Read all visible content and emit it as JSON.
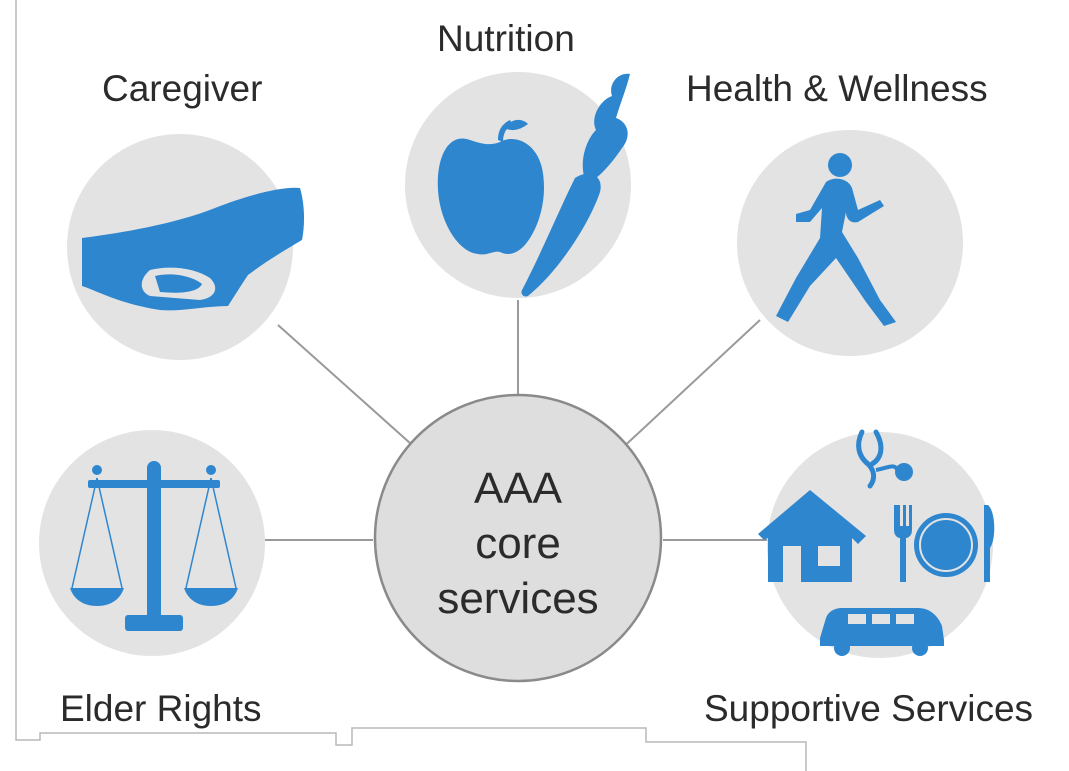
{
  "center": {
    "line1": "AAA",
    "line2": "core",
    "line3": "services"
  },
  "services": {
    "caregiver": "Caregiver",
    "nutrition": "Nutrition",
    "health_wellness": "Health & Wellness",
    "elder_rights": "Elder Rights",
    "supportive_services": "Supportive Services"
  },
  "colors": {
    "icon_blue": "#2e86cf",
    "circle_fill": "#e3e3e3",
    "center_fill": "#dedede",
    "center_stroke": "#8a8a8a",
    "connector": "#9a9a9a",
    "text": "#2b2b2b"
  },
  "icons": {
    "caregiver": "handshake-icon",
    "nutrition": "apple-carrot-icon",
    "health_wellness": "runner-icon",
    "elder_rights": "scales-icon",
    "supportive_services": "house-stethoscope-plate-van-icon"
  }
}
